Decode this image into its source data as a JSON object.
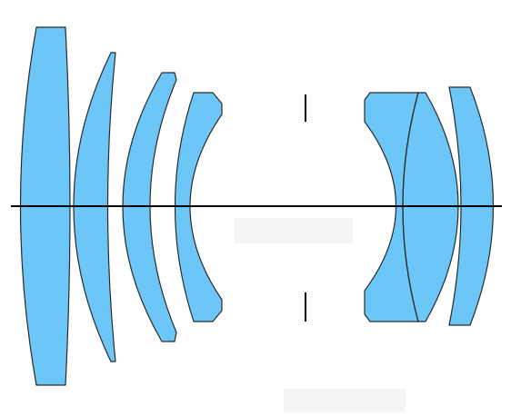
{
  "diagram": {
    "type": "optical-lens-cross-section",
    "lens_fill_color": "#6cc7f8",
    "lens_outline_color": "#2a2a2a",
    "optical_axis_color": "#000000",
    "background_color": "#ffffff",
    "element_count": 7,
    "has_aperture_stop": true,
    "has_cemented_pair": true,
    "elements": [
      {
        "name": "lens-element-1"
      },
      {
        "name": "lens-element-2"
      },
      {
        "name": "lens-element-3"
      },
      {
        "name": "lens-element-4"
      },
      {
        "name": "lens-element-5"
      },
      {
        "name": "lens-element-6"
      },
      {
        "name": "lens-element-7"
      }
    ]
  }
}
